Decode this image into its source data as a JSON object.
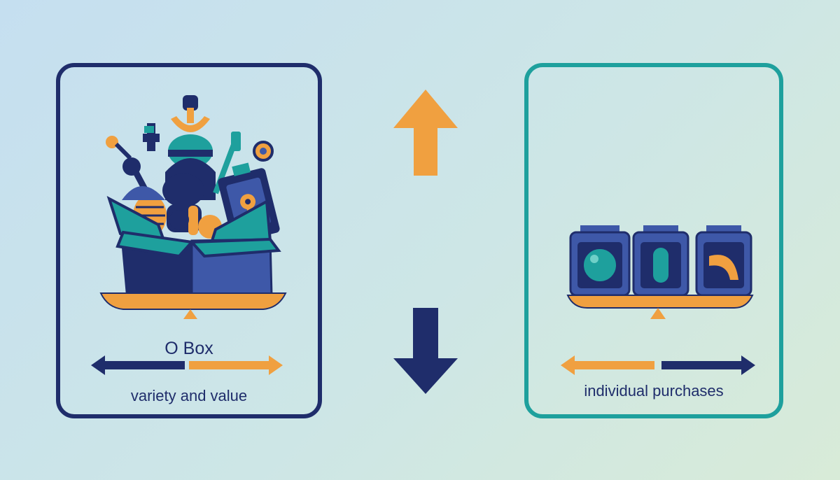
{
  "left_card": {
    "title": "O Box",
    "caption": "variety and value",
    "border_color": "#1f2d6b",
    "illustration": "open-box-of-assorted-items-on-balance-scale"
  },
  "right_card": {
    "caption": "individual purchases",
    "border_color": "#1ea09d",
    "illustration": "three-jars-on-balance-scale"
  },
  "middle": {
    "up_arrow_color": "#f0a040",
    "down_arrow_color": "#1f2d6b"
  },
  "colors": {
    "navy": "#1f2d6b",
    "teal": "#1ea09d",
    "orange": "#f0a040",
    "blue": "#3e58a8"
  }
}
